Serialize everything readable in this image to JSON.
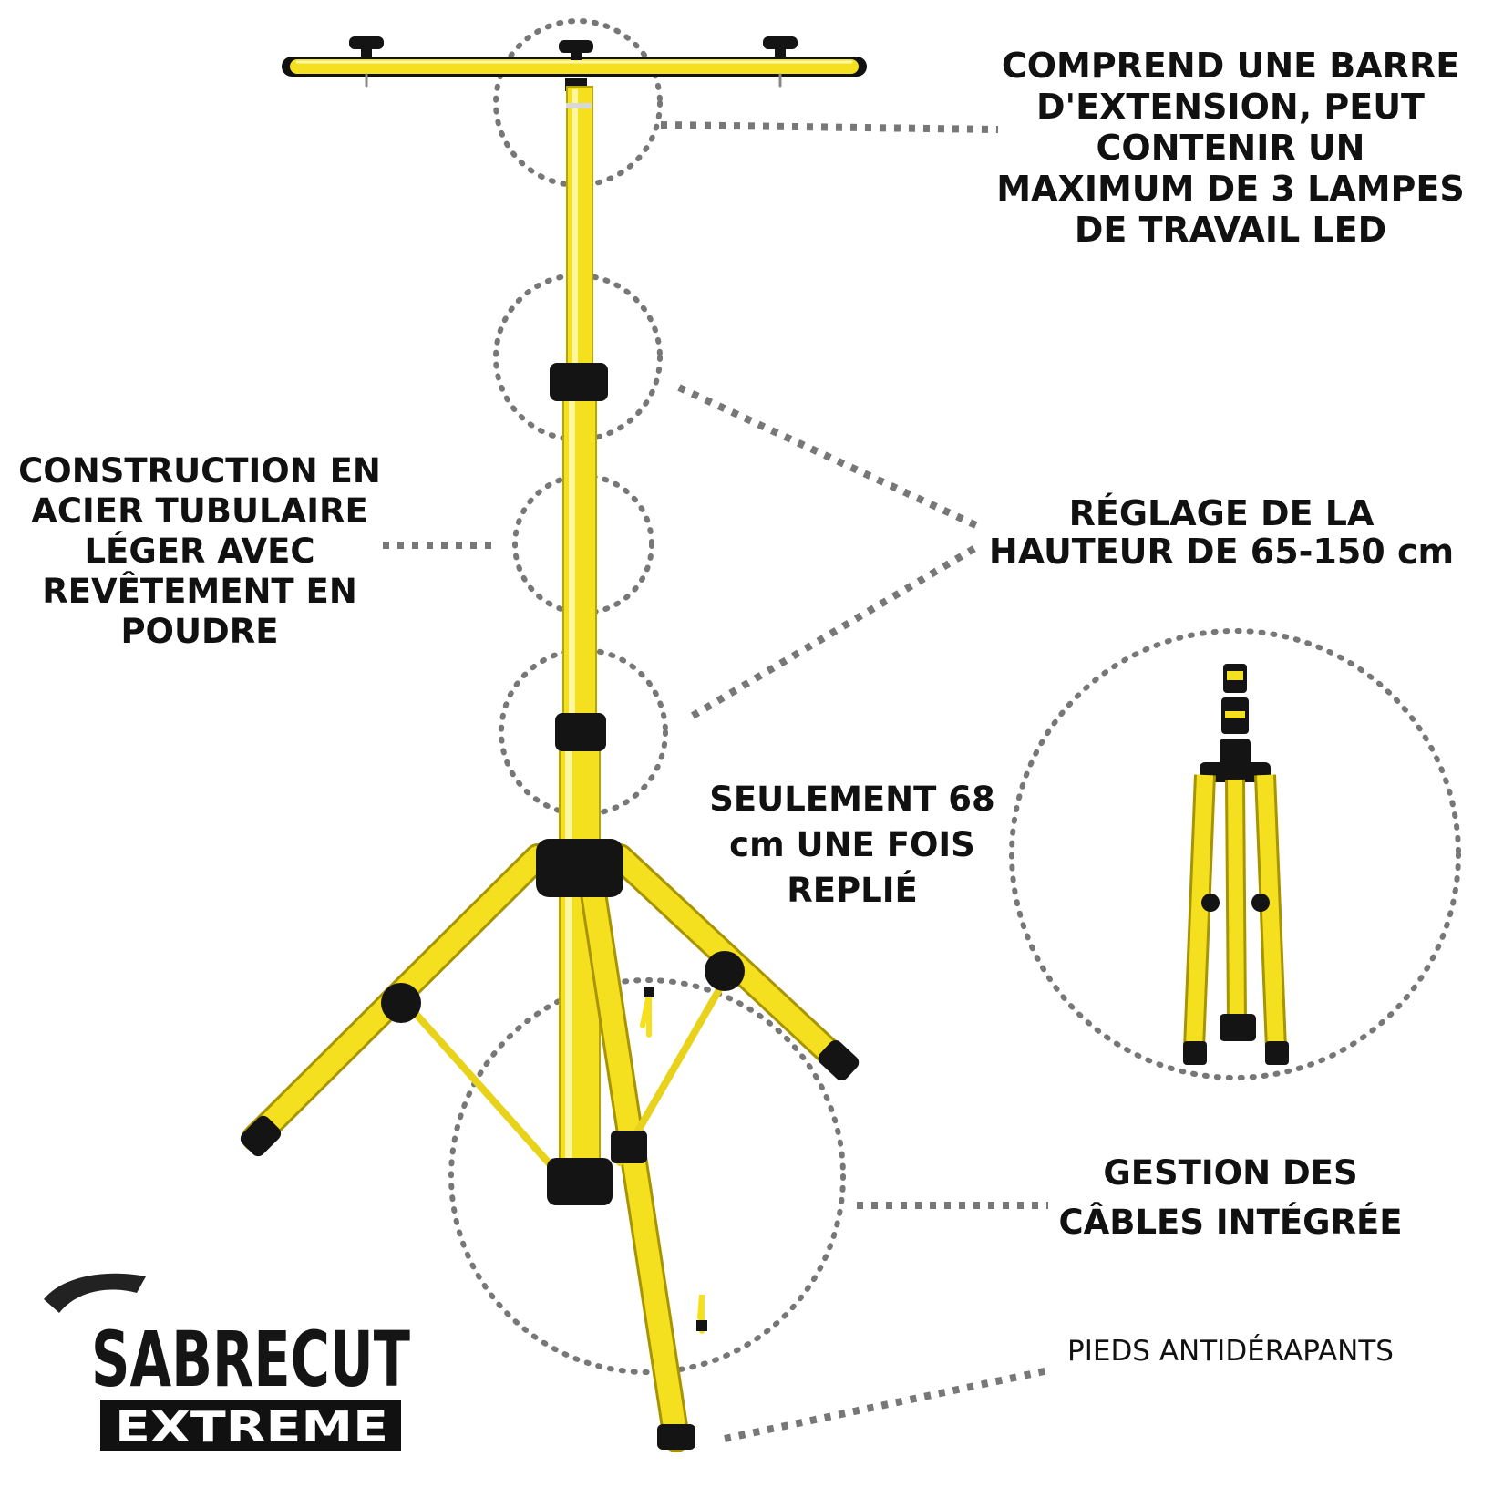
{
  "features": {
    "extension_bar": [
      "COMPREND UNE BARRE",
      "D'EXTENSION, PEUT",
      "CONTENIR UN",
      "MAXIMUM DE 3 LAMPES",
      "DE TRAVAIL LED"
    ],
    "height_adjust": [
      "RÉGLAGE DE LA",
      "HAUTEUR DE 65-150 cm"
    ],
    "steel_construction": [
      "CONSTRUCTION EN",
      "ACIER TUBULAIRE",
      "LÉGER AVEC",
      "REVÊTEMENT EN",
      "POUDRE"
    ],
    "folded_size": [
      "SEULEMENT 68",
      "cm UNE FOIS",
      "REPLIÉ"
    ],
    "cable_management": [
      "GESTION DES",
      "CÂBLES INTÉGRÉE"
    ],
    "non_slip_feet": [
      "PIEDS ANTIDÉRAPANTS"
    ]
  },
  "logo": {
    "brand": "SABRECUT",
    "sub": "EXTREME"
  },
  "colors": {
    "tube": "#f5e01f",
    "tube_shade": "#c9b400",
    "cap": "#141414",
    "dots": "#777777",
    "text": "#111111"
  }
}
